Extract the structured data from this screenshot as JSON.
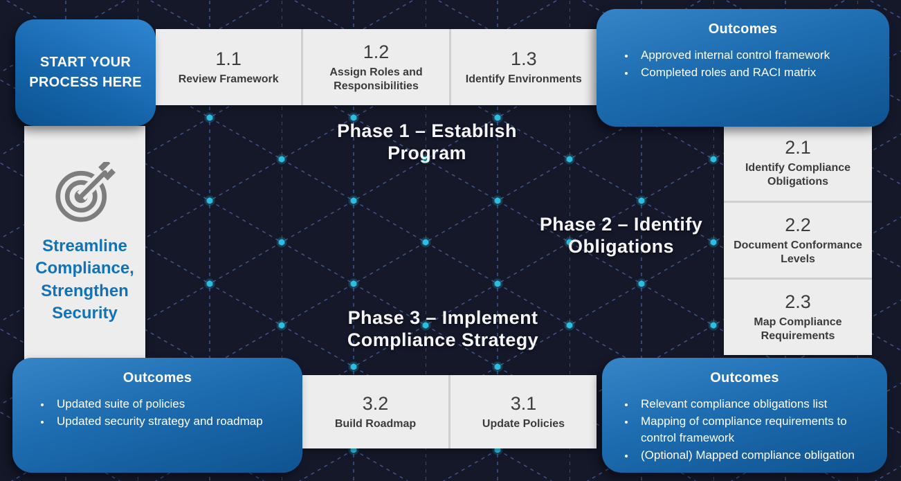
{
  "colors": {
    "background": "#141829",
    "lattice_line": "#46619f",
    "node_dot": "#29bfe2",
    "step_box": "#ededed",
    "step_text": "#3b3b3b",
    "blue_gradient_light": "#3585c7",
    "blue_gradient_dark": "#0f5390",
    "mission_text_blue": "#1172b8",
    "phase_text": "#f5f5f7"
  },
  "start": {
    "label": "START YOUR PROCESS HERE"
  },
  "mission": {
    "label": "Streamline Compliance, Strengthen Security",
    "icon": "target-icon"
  },
  "phases": [
    {
      "line1": "Phase 1 – Establish",
      "line2": "Program"
    },
    {
      "line1": "Phase 2 – Identify",
      "line2": "Obligations"
    },
    {
      "line1": "Phase 3 – Implement",
      "line2": "Compliance Strategy"
    }
  ],
  "steps": {
    "row1": [
      {
        "num": "1.1",
        "label": "Review Framework"
      },
      {
        "num": "1.2",
        "label": "Assign Roles and Responsibilities"
      },
      {
        "num": "1.3",
        "label": "Identify Environments"
      }
    ],
    "col2": [
      {
        "num": "2.1",
        "label": "Identify Compliance Obligations"
      },
      {
        "num": "2.2",
        "label": "Document Conformance Levels"
      },
      {
        "num": "2.3",
        "label": "Map Compliance Requirements"
      }
    ],
    "row3": [
      {
        "num": "3.2",
        "label": "Build Roadmap"
      },
      {
        "num": "3.1",
        "label": "Update Policies"
      }
    ]
  },
  "outcomes": {
    "top_right": {
      "title": "Outcomes",
      "items": [
        "Approved internal control framework",
        "Completed roles and RACI matrix"
      ]
    },
    "bottom_left": {
      "title": "Outcomes",
      "items": [
        "Updated suite of policies",
        "Updated security strategy and roadmap"
      ]
    },
    "bottom_right": {
      "title": "Outcomes",
      "items": [
        "Relevant compliance obligations list",
        "Mapping of compliance requirements to control framework",
        "(Optional) Mapped compliance obligation"
      ]
    }
  }
}
